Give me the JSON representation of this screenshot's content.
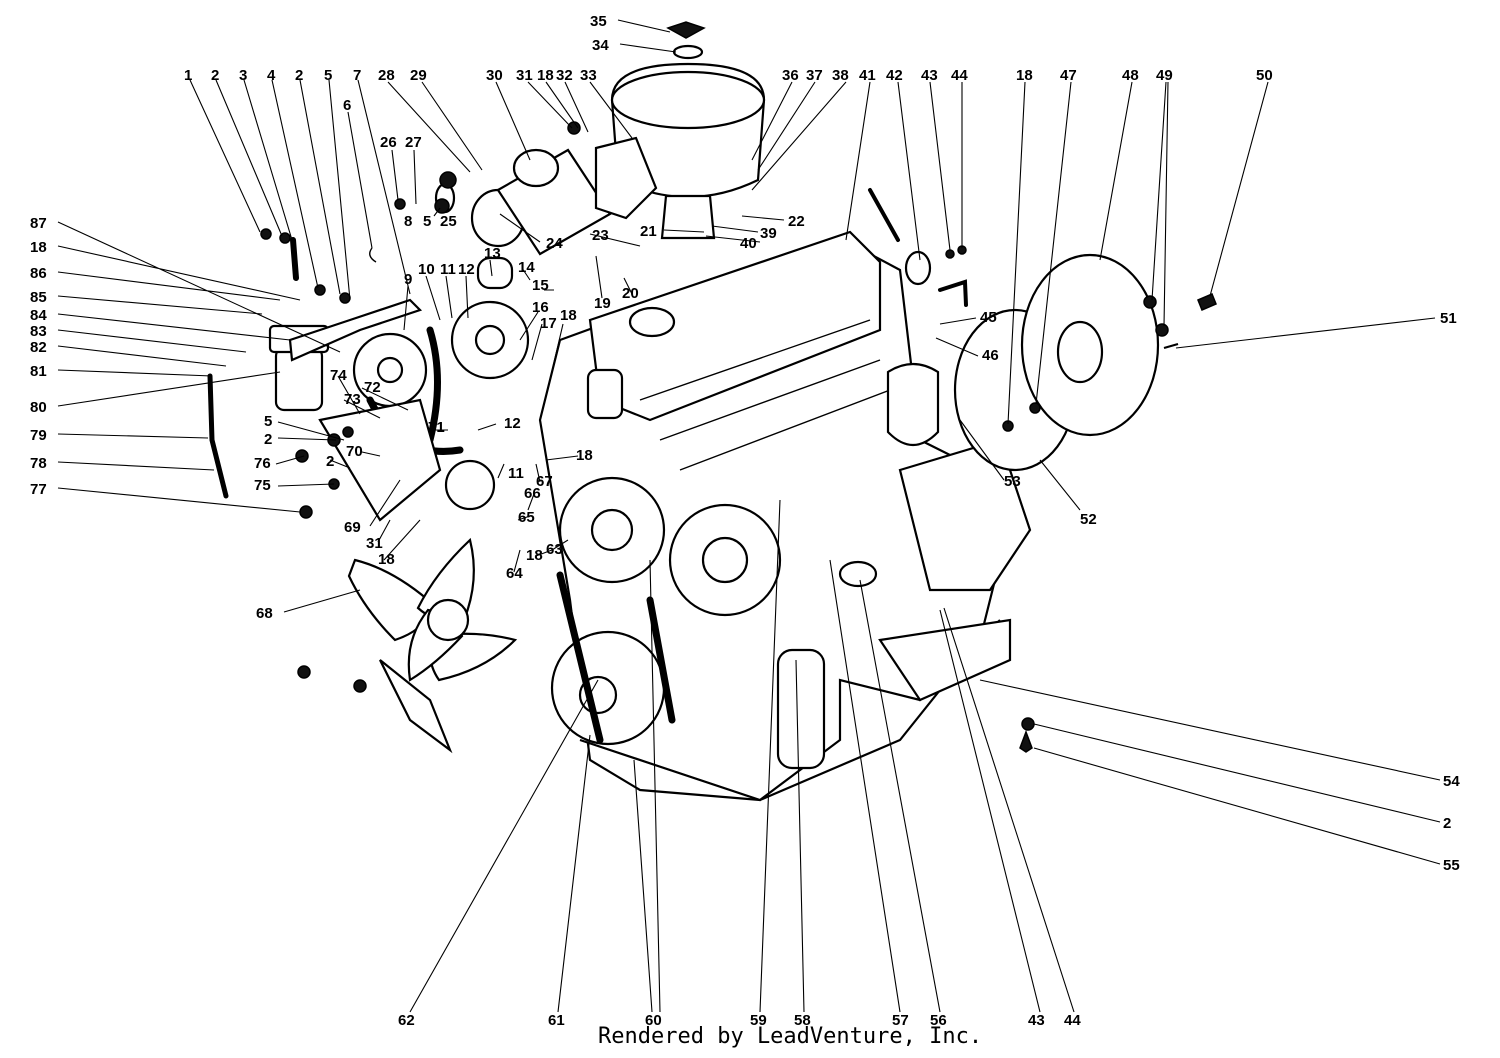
{
  "footer": {
    "credit": "Rendered by LeadVenture, Inc."
  },
  "callouts": [
    {
      "id": "c1",
      "label": "1"
    },
    {
      "id": "c2a",
      "label": "2"
    },
    {
      "id": "c3",
      "label": "3"
    },
    {
      "id": "c4",
      "label": "4"
    },
    {
      "id": "c2b",
      "label": "2"
    },
    {
      "id": "c5a",
      "label": "5"
    },
    {
      "id": "c7",
      "label": "7"
    },
    {
      "id": "c6",
      "label": "6"
    },
    {
      "id": "c28",
      "label": "28"
    },
    {
      "id": "c29",
      "label": "29"
    },
    {
      "id": "c26",
      "label": "26"
    },
    {
      "id": "c27",
      "label": "27"
    },
    {
      "id": "c8",
      "label": "8"
    },
    {
      "id": "c5b",
      "label": "5"
    },
    {
      "id": "c25",
      "label": "25"
    },
    {
      "id": "c30",
      "label": "30"
    },
    {
      "id": "c31a",
      "label": "31"
    },
    {
      "id": "c18a",
      "label": "18"
    },
    {
      "id": "c32",
      "label": "32"
    },
    {
      "id": "c33",
      "label": "33"
    },
    {
      "id": "c35",
      "label": "35"
    },
    {
      "id": "c34",
      "label": "34"
    },
    {
      "id": "c36",
      "label": "36"
    },
    {
      "id": "c37",
      "label": "37"
    },
    {
      "id": "c38",
      "label": "38"
    },
    {
      "id": "c41",
      "label": "41"
    },
    {
      "id": "c42",
      "label": "42"
    },
    {
      "id": "c43a",
      "label": "43"
    },
    {
      "id": "c44a",
      "label": "44"
    },
    {
      "id": "c18b",
      "label": "18"
    },
    {
      "id": "c47",
      "label": "47"
    },
    {
      "id": "c48",
      "label": "48"
    },
    {
      "id": "c49",
      "label": "49"
    },
    {
      "id": "c50",
      "label": "50"
    },
    {
      "id": "c51",
      "label": "51"
    },
    {
      "id": "c22",
      "label": "22"
    },
    {
      "id": "c39",
      "label": "39"
    },
    {
      "id": "c40",
      "label": "40"
    },
    {
      "id": "c21",
      "label": "21"
    },
    {
      "id": "c23",
      "label": "23"
    },
    {
      "id": "c24",
      "label": "24"
    },
    {
      "id": "c87",
      "label": "87"
    },
    {
      "id": "c18c",
      "label": "18"
    },
    {
      "id": "c86",
      "label": "86"
    },
    {
      "id": "c85",
      "label": "85"
    },
    {
      "id": "c84",
      "label": "84"
    },
    {
      "id": "c83",
      "label": "83"
    },
    {
      "id": "c82",
      "label": "82"
    },
    {
      "id": "c81",
      "label": "81"
    },
    {
      "id": "c80",
      "label": "80"
    },
    {
      "id": "c79",
      "label": "79"
    },
    {
      "id": "c78",
      "label": "78"
    },
    {
      "id": "c77",
      "label": "77"
    },
    {
      "id": "c10",
      "label": "10"
    },
    {
      "id": "c11a",
      "label": "11"
    },
    {
      "id": "c12a",
      "label": "12"
    },
    {
      "id": "c9",
      "label": "9"
    },
    {
      "id": "c13",
      "label": "13"
    },
    {
      "id": "c14",
      "label": "14"
    },
    {
      "id": "c15",
      "label": "15"
    },
    {
      "id": "c19",
      "label": "19"
    },
    {
      "id": "c20",
      "label": "20"
    },
    {
      "id": "c16",
      "label": "16"
    },
    {
      "id": "c17",
      "label": "17"
    },
    {
      "id": "c18d",
      "label": "18"
    },
    {
      "id": "c45",
      "label": "45"
    },
    {
      "id": "c46",
      "label": "46"
    },
    {
      "id": "c74",
      "label": "74"
    },
    {
      "id": "c72",
      "label": "72"
    },
    {
      "id": "c73",
      "label": "73"
    },
    {
      "id": "c5c",
      "label": "5"
    },
    {
      "id": "c2c",
      "label": "2"
    },
    {
      "id": "c76",
      "label": "76"
    },
    {
      "id": "c2d",
      "label": "2"
    },
    {
      "id": "c75",
      "label": "75"
    },
    {
      "id": "c70",
      "label": "70"
    },
    {
      "id": "c71",
      "label": "71"
    },
    {
      "id": "c12b",
      "label": "12"
    },
    {
      "id": "c11b",
      "label": "11"
    },
    {
      "id": "c67",
      "label": "67"
    },
    {
      "id": "c18e",
      "label": "18"
    },
    {
      "id": "c66",
      "label": "66"
    },
    {
      "id": "c65",
      "label": "65"
    },
    {
      "id": "c69",
      "label": "69"
    },
    {
      "id": "c31b",
      "label": "31"
    },
    {
      "id": "c18f",
      "label": "18"
    },
    {
      "id": "c64",
      "label": "64"
    },
    {
      "id": "c18g",
      "label": "18"
    },
    {
      "id": "c63",
      "label": "63"
    },
    {
      "id": "c68",
      "label": "68"
    },
    {
      "id": "c53",
      "label": "53"
    },
    {
      "id": "c52",
      "label": "52"
    },
    {
      "id": "c54",
      "label": "54"
    },
    {
      "id": "c2e",
      "label": "2"
    },
    {
      "id": "c55",
      "label": "55"
    },
    {
      "id": "c62",
      "label": "62"
    },
    {
      "id": "c61",
      "label": "61"
    },
    {
      "id": "c60",
      "label": "60"
    },
    {
      "id": "c59",
      "label": "59"
    },
    {
      "id": "c58",
      "label": "58"
    },
    {
      "id": "c57",
      "label": "57"
    },
    {
      "id": "c56",
      "label": "56"
    },
    {
      "id": "c43b",
      "label": "43"
    },
    {
      "id": "c44b",
      "label": "44"
    }
  ]
}
